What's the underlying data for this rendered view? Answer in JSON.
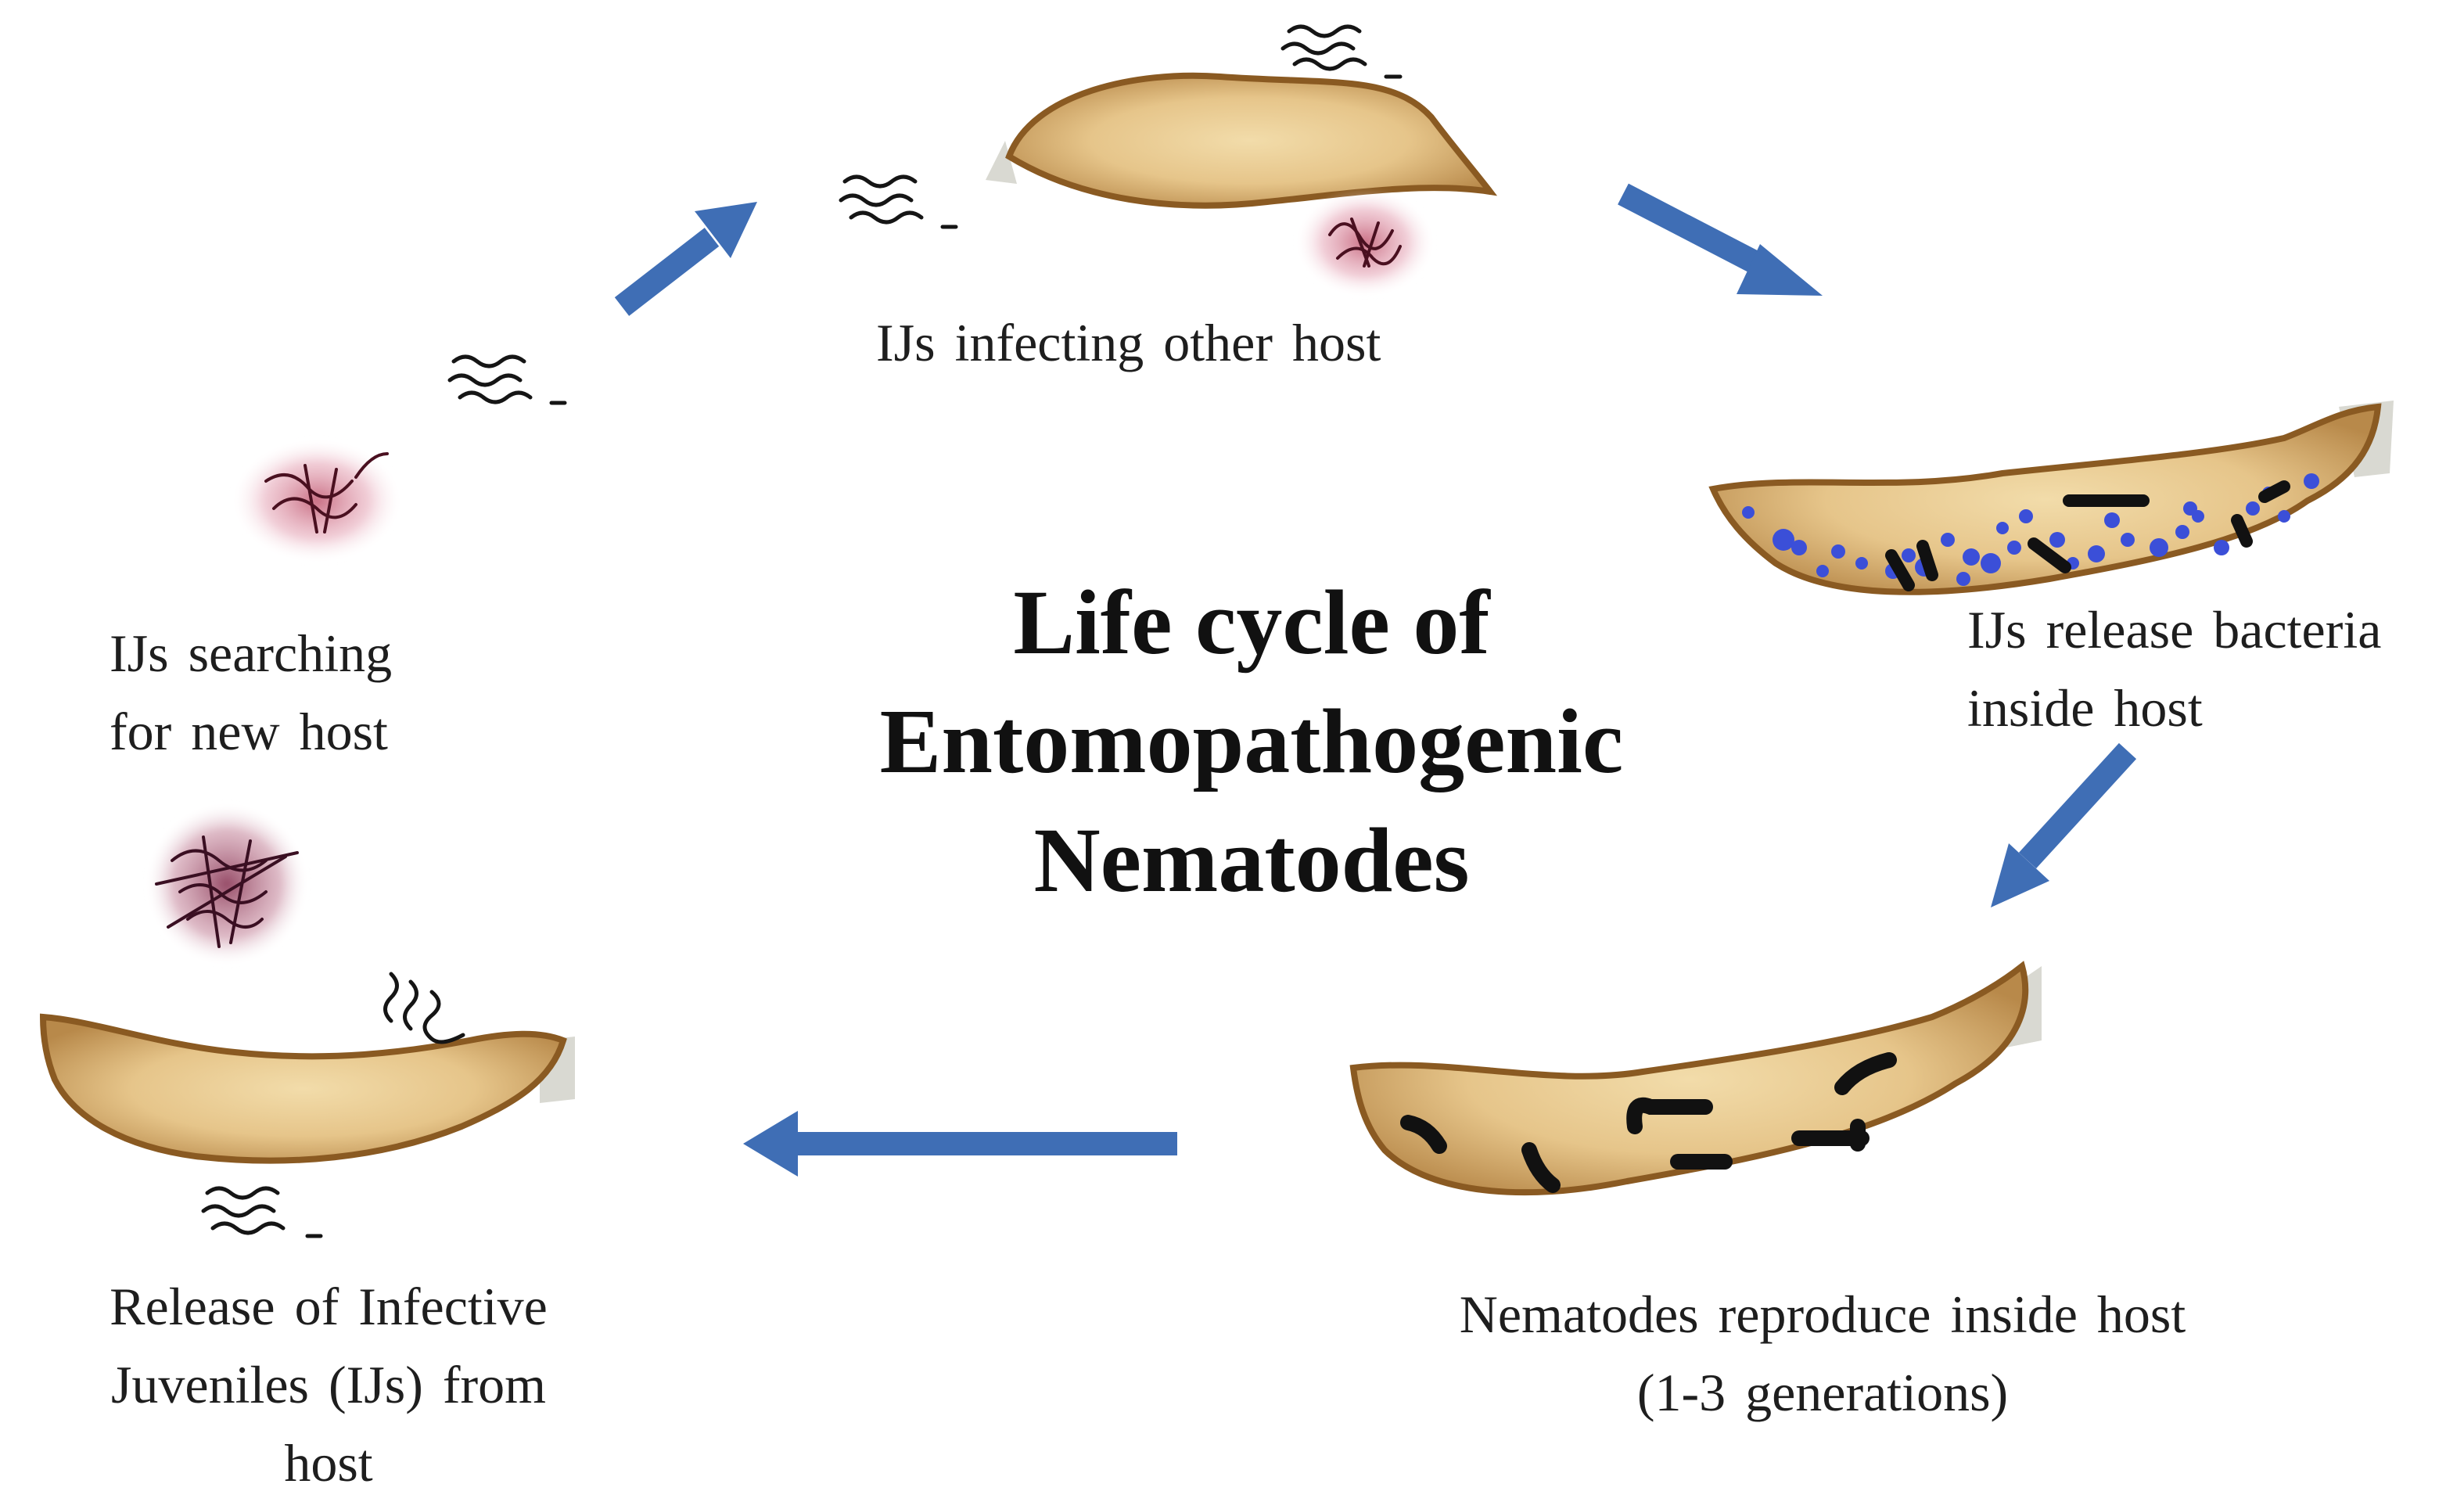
{
  "title": {
    "line1": "Life cycle of",
    "line2": "Entomopathogenic",
    "line3": "Nematodes"
  },
  "stages": {
    "infecting": {
      "line1": "IJs infecting other host"
    },
    "release_bacteria": {
      "line1": "IJs release bacteria",
      "line2": "inside host"
    },
    "reproduce": {
      "line1": "Nematodes reproduce inside host",
      "line2": "(1-3 generations)"
    },
    "release_ijs": {
      "line1": "Release of Infective",
      "line2": "Juveniles (IJs) from",
      "line3": "host"
    },
    "searching": {
      "line1": "IJs searching",
      "line2": "for new host"
    }
  },
  "colors": {
    "arrow": "#3f6eb5",
    "larva_body": "#e8c98e",
    "larva_edge": "#8a5a22",
    "nematode": "#111111",
    "bacteria": "#3b4fd8",
    "infection_spot": "#b0405e"
  }
}
